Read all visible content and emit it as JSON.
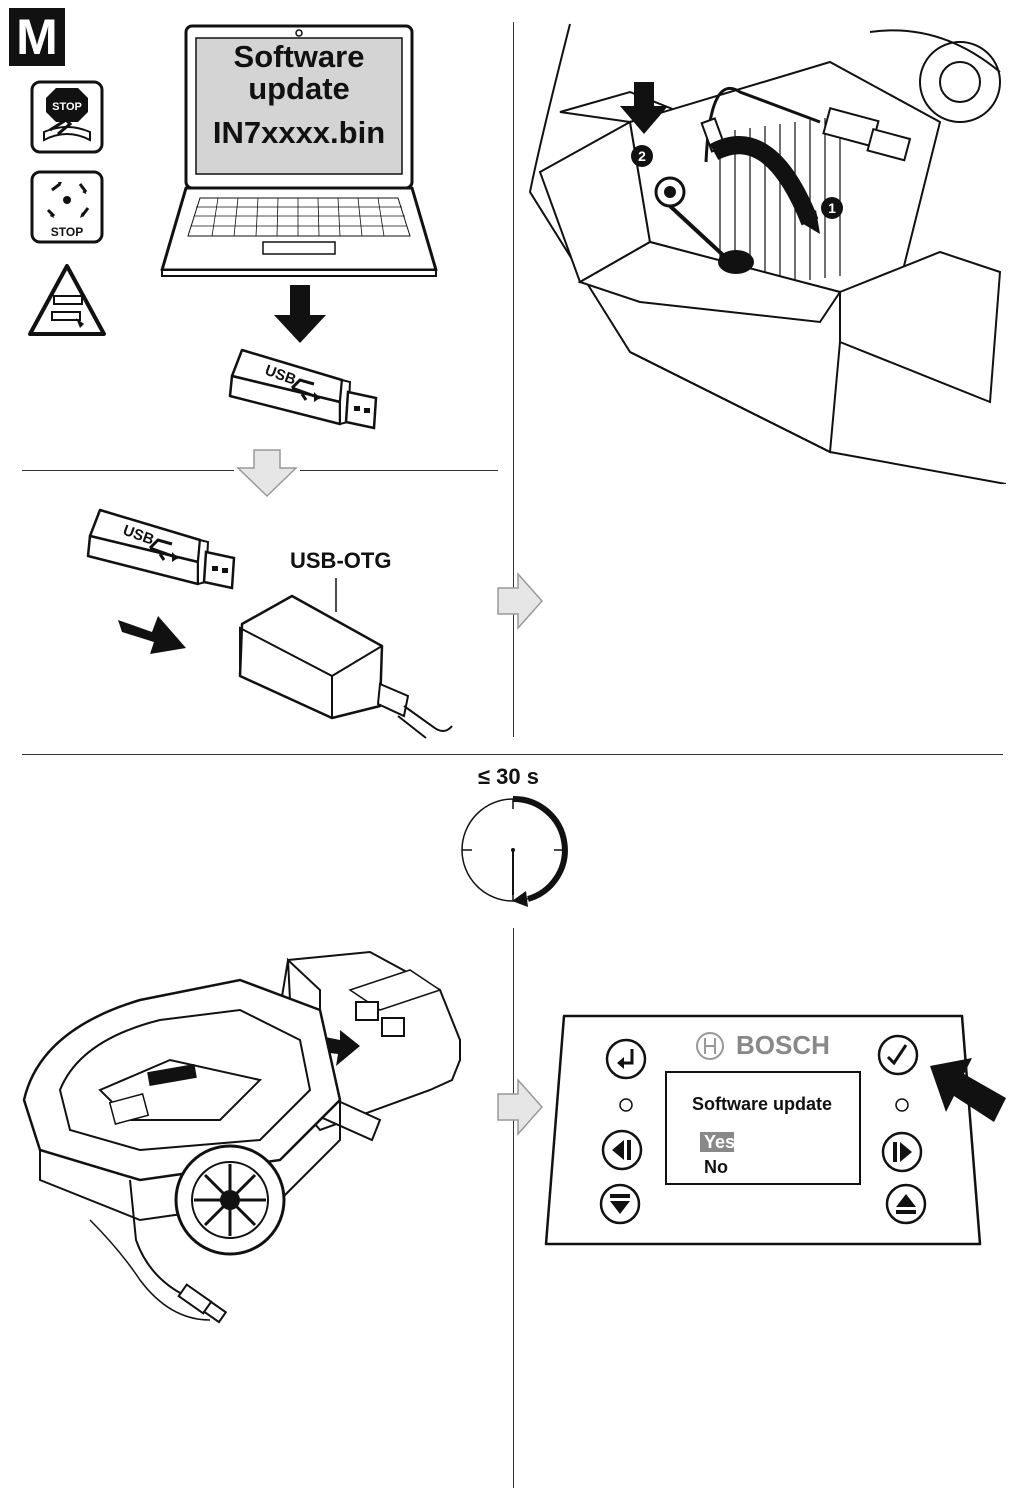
{
  "figure_label": "M",
  "laptop": {
    "screen_lines": [
      "Software",
      "update",
      "IN7xxxx.bin"
    ]
  },
  "usb_stick": {
    "label": "USB"
  },
  "cable": {
    "label": "USB-OTG"
  },
  "steps": {
    "one": "1",
    "two": "2"
  },
  "timer": {
    "label": "≤ 30 s"
  },
  "control_panel": {
    "brand": "BOSCH",
    "display_title": "Software update",
    "options": [
      "Yes",
      "No"
    ],
    "selected_option": "Yes"
  },
  "icons": [
    "stop-manual-icon",
    "rotating-blade-stop-icon",
    "hand-warning-icon",
    "laptop-icon",
    "usb-stick-icon",
    "down-arrow-icon",
    "usb-otg-plug-icon",
    "mower-underside-icon",
    "mower-icon",
    "clock-icon",
    "ok-button-icon"
  ],
  "colors": {
    "ink": "#111111",
    "screen": "#d4d4d4",
    "arrow_fill": "#e6e6e6"
  }
}
